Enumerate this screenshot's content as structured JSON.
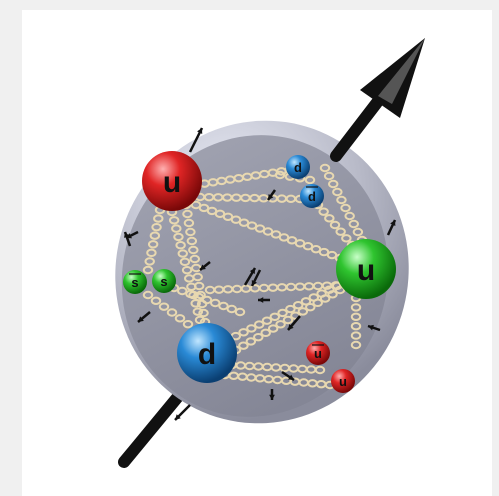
{
  "quarks": [
    {
      "label": "u",
      "color": "#d81e1e"
    },
    {
      "label": "u",
      "color": "#2cc12c"
    },
    {
      "label": "d",
      "color": "#2a8ad6"
    }
  ],
  "sea_quarks": [
    {
      "label": "d",
      "color": "#2a8ad6"
    },
    {
      "label": "d",
      "color": "#2a8ad6"
    },
    {
      "label": "s",
      "color": "#2cc12c"
    },
    {
      "label": "s",
      "color": "#2cc12c"
    },
    {
      "label": "u",
      "color": "#d81e1e"
    },
    {
      "label": "u",
      "color": "#d81e1e"
    }
  ],
  "colors": {
    "sphere": "#c8cad8",
    "sphere_face": "#a8aab6",
    "gluon": "#e8d8b0",
    "arrow": "#111111"
  }
}
